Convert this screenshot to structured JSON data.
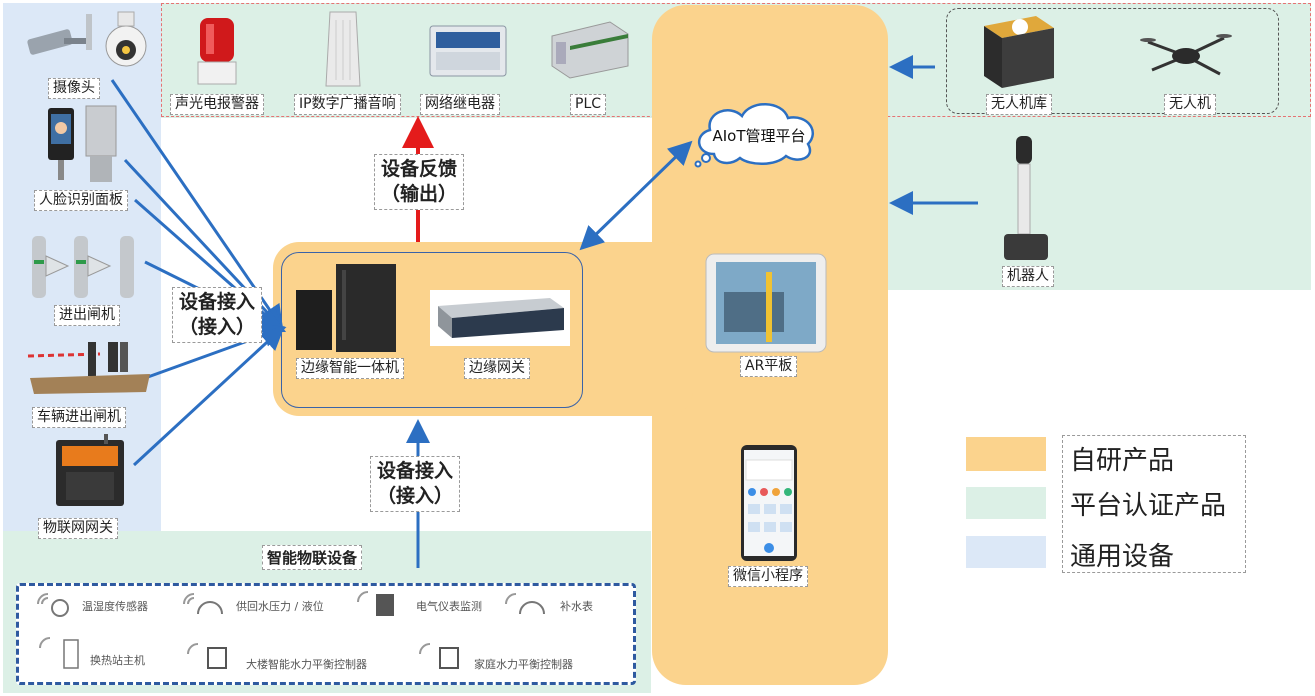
{
  "colors": {
    "self_research": "#fbd38d",
    "platform_certified": "#dcf0e6",
    "general_device": "#dce8f7",
    "arrow_blue": "#2c6fc2",
    "arrow_red": "#e41b1b"
  },
  "left_devices": [
    "摄像头",
    "人脸识别面板",
    "进出闸机",
    "车辆进出闸机",
    "物联网网关"
  ],
  "top_devices": [
    "声光电报警器",
    "IP数字广播音响",
    "网络继电器",
    "PLC"
  ],
  "drone_devices": [
    "无人机库",
    "无人机"
  ],
  "robot": "机器人",
  "platform": "AIoT管理平台",
  "feedback": {
    "line1": "设备反馈",
    "line2": "（输出）"
  },
  "access_left": {
    "line1": "设备接入",
    "line2": "（接入）"
  },
  "access_bottom": {
    "line1": "设备接入",
    "line2": "（接入）"
  },
  "edge_devices": [
    "边缘智能一体机",
    "边缘网关"
  ],
  "ar_tablet": "AR平板",
  "mini_program": "微信小程序",
  "iot_title": "智能物联设备",
  "sensors": [
    "温湿度传感器",
    "供回水压力 / 液位",
    "电气仪表监测",
    "补水表",
    "换热站主机",
    "大楼智能水力平衡控制器",
    "家庭水力平衡控制器"
  ],
  "legend": [
    "自研产品",
    "平台认证产品",
    "通用设备"
  ],
  "icons": [
    "camera-icon",
    "face-panel-icon",
    "turnstile-icon",
    "barrier-gate-icon",
    "iot-gateway-icon",
    "alarm-light-icon",
    "speaker-icon",
    "relay-icon",
    "plc-icon",
    "drone-hangar-icon",
    "drone-icon",
    "robot-icon",
    "cloud-icon",
    "pc-icon",
    "server-icon",
    "tablet-icon",
    "phone-icon",
    "wifi-sensor-icon"
  ]
}
